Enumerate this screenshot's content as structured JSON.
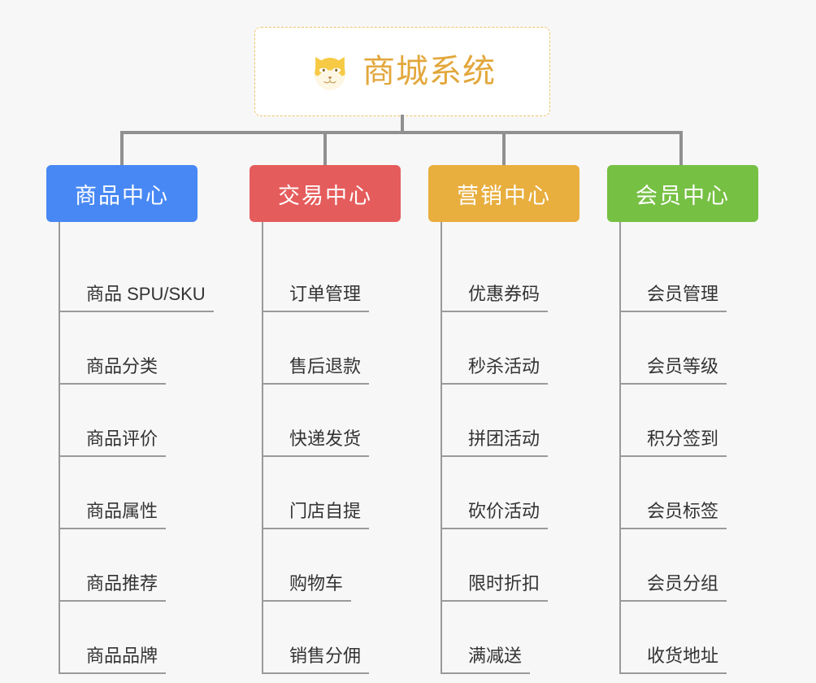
{
  "diagram": {
    "type": "mindmap-tree",
    "background_color": "#f7f7f7",
    "root": {
      "title": "商城系统",
      "icon": "shiba-dog-icon",
      "text_color": "#e2a73c",
      "border_color": "#f0c268",
      "background_color": "#ffffff"
    },
    "connector_color": "#909090",
    "leaf_line_color": "#9a9a9a",
    "leaf_text_color": "#333333",
    "branches": [
      {
        "label": "商品中心",
        "color": "#4788f4",
        "leaves": [
          "商品 SPU/SKU",
          "商品分类",
          "商品评价",
          "商品属性",
          "商品推荐",
          "商品品牌"
        ]
      },
      {
        "label": "交易中心",
        "color": "#e55c5c",
        "leaves": [
          "订单管理",
          "售后退款",
          "快递发货",
          "门店自提",
          "购物车",
          "销售分佣"
        ]
      },
      {
        "label": "营销中心",
        "color": "#e8ae3e",
        "leaves": [
          "优惠券码",
          "秒杀活动",
          "拼团活动",
          "砍价活动",
          "限时折扣",
          "满减送"
        ]
      },
      {
        "label": "会员中心",
        "color": "#76c043",
        "leaves": [
          "会员管理",
          "会员等级",
          "积分签到",
          "会员标签",
          "会员分组",
          "收货地址"
        ]
      }
    ]
  }
}
